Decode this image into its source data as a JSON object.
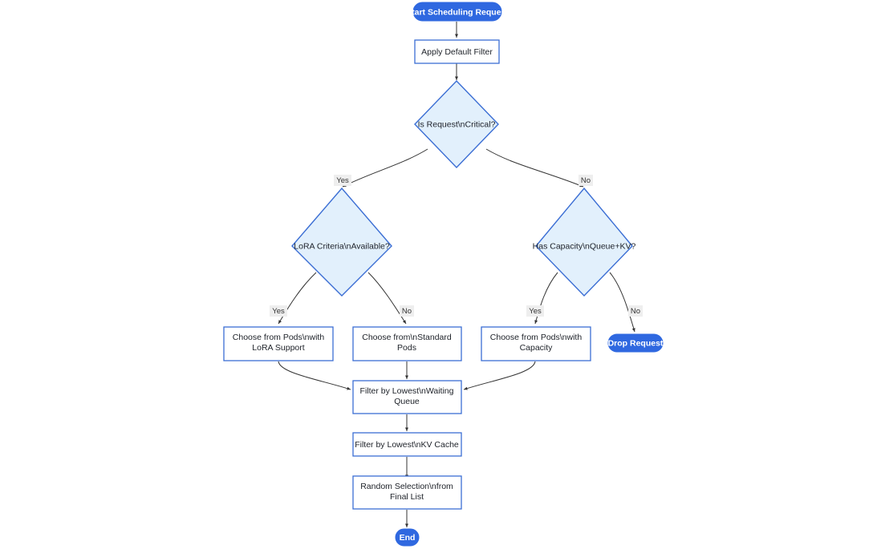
{
  "diagram": {
    "type": "flowchart",
    "title": "",
    "background_color": "#ffffff",
    "colors": {
      "terminal_fill": "#2f68e0",
      "terminal_text": "#ffffff",
      "process_fill": "#ffffff",
      "process_stroke": "#3b6ed4",
      "decision_fill": "#e2f0fc",
      "decision_stroke": "#3b6ed4",
      "edge_stroke": "#333333",
      "edge_label_bg": "#eeeeee",
      "text": "#20242b"
    }
  },
  "nodes": {
    "start": {
      "label": "Start Scheduling Request",
      "shape": "stadium"
    },
    "apply_default_filter": {
      "label": "Apply Default Filter",
      "shape": "rect"
    },
    "is_request_critical": {
      "label": "Is Request\\nCritical?",
      "shape": "diamond"
    },
    "lora_criteria_available": {
      "label": "LoRA Criteria\\nAvailable?",
      "shape": "diamond"
    },
    "has_capacity_queue_kv": {
      "label": "Has Capacity\\nQueue+KV?",
      "shape": "diamond"
    },
    "choose_pods_lora": {
      "label_line1": "Choose from Pods\\nwith",
      "label_line2": "LoRA Support",
      "shape": "rect"
    },
    "choose_standard_pods": {
      "label_line1": "Choose from\\nStandard",
      "label_line2": "Pods",
      "shape": "rect"
    },
    "choose_pods_capacity": {
      "label_line1": "Choose from Pods\\nwith",
      "label_line2": "Capacity",
      "shape": "rect"
    },
    "drop_request": {
      "label": "Drop Request",
      "shape": "stadium"
    },
    "filter_waiting_queue": {
      "label_line1": "Filter by Lowest\\nWaiting",
      "label_line2": "Queue",
      "shape": "rect"
    },
    "filter_kv_cache": {
      "label": "Filter by Lowest\\nKV Cache",
      "shape": "rect"
    },
    "random_selection": {
      "label_line1": "Random Selection\\nfrom",
      "label_line2": "Final List",
      "shape": "rect"
    },
    "end": {
      "label": "End",
      "shape": "stadium"
    }
  },
  "edge_labels": {
    "critical_yes": "Yes",
    "critical_no": "No",
    "lora_yes": "Yes",
    "lora_no": "No",
    "capacity_yes": "Yes",
    "capacity_no": "No"
  }
}
